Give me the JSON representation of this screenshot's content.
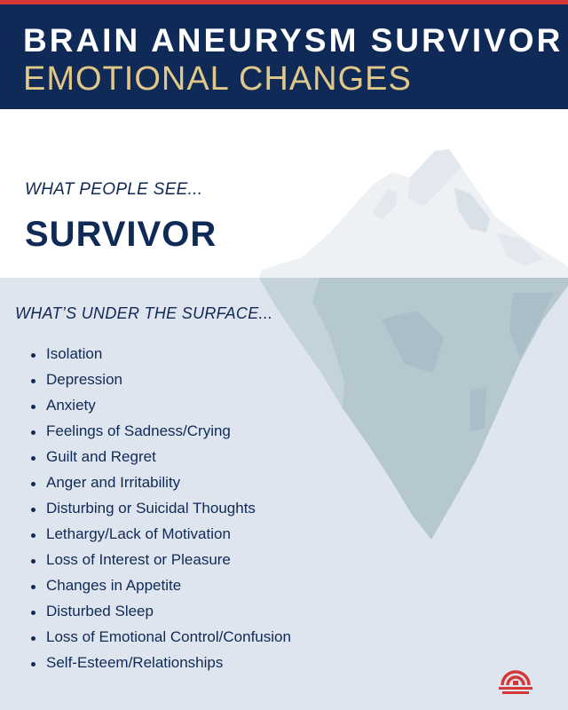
{
  "header": {
    "title": "BRAIN ANEURYSM SURVIVOR",
    "subtitle": "EMOTIONAL CHANGES"
  },
  "above_surface": {
    "label": "WHAT PEOPLE SEE...",
    "word": "SURVIVOR"
  },
  "below_surface": {
    "label": "WHAT’S UNDER THE SURFACE...",
    "items": [
      "Isolation",
      "Depression",
      "Anxiety",
      "Feelings of Sadness/Crying",
      "Guilt and Regret",
      "Anger and Irritability",
      "Disturbing or Suicidal Thoughts",
      "Lethargy/Lack of Motivation",
      "Loss of Interest or Pleasure",
      "Changes in Appetite",
      "Disturbed Sleep",
      "Loss of Emotional Control/Confusion",
      "Self-Esteem/Relationships"
    ]
  },
  "colors": {
    "navy": "#0f2a56",
    "gold": "#e1c889",
    "accent_red": "#d6383a",
    "water": "#dfe5ee",
    "ice_top": "#eef1f4",
    "ice_under": "#b5c8d0"
  },
  "icons": [
    "iceberg-illustration",
    "brand-logo-icon"
  ]
}
